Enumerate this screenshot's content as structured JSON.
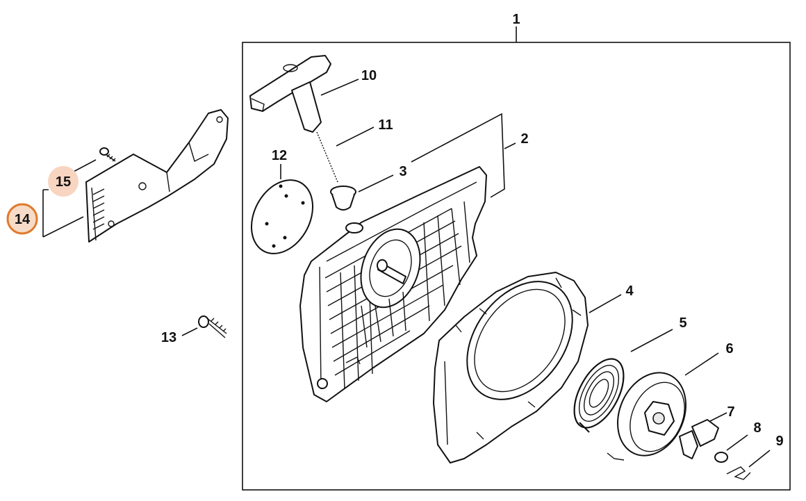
{
  "diagram": {
    "callouts": {
      "c1": "1",
      "c2": "2",
      "c3": "3",
      "c4": "4",
      "c5": "5",
      "c6": "6",
      "c7": "7",
      "c8": "8",
      "c9": "9",
      "c10": "10",
      "c11": "11",
      "c12": "12",
      "c13": "13",
      "c14": "14",
      "c15": "15"
    },
    "highlight_colors": {
      "callout_14": "#e07a2e",
      "callout_15": "#f8d5c1"
    }
  }
}
